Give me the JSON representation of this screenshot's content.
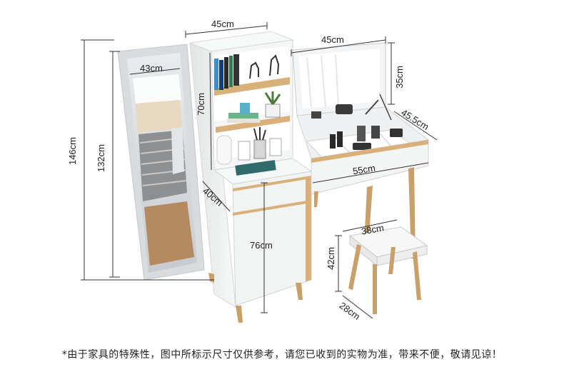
{
  "dimensions": {
    "cabinet_top_width": "45cm",
    "mirror_width": "43cm",
    "total_height": "146cm",
    "mirror_height": "132cm",
    "shelf_height": "70cm",
    "cabinet_depth": "40cm",
    "cabinet_lower_height": "76cm",
    "vanity_mirror_width": "45cm",
    "vanity_mirror_height": "35cm",
    "desk_depth": "45.5cm",
    "desk_width": "55cm",
    "stool_width": "38cm",
    "stool_height": "42cm",
    "stool_depth": "28cm"
  },
  "footnote": "*由于家具的特殊性，图中所标示尺寸仅供参考，请您已收到的实物为准，带来不便，敬请见谅！",
  "colors": {
    "cabinet_white": "#f3f4f4",
    "wood": "#d9b07a",
    "leg_wood": "#caa06a",
    "line": "#333333",
    "mirror_frame": "#dcdfe0"
  }
}
